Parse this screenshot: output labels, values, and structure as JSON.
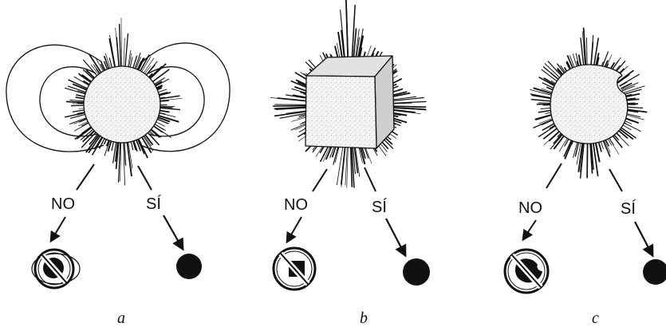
{
  "panels": [
    {
      "caption": "a",
      "no_label": "NO",
      "yes_label": "SÍ"
    },
    {
      "caption": "b",
      "no_label": "NO",
      "yes_label": "SÍ"
    },
    {
      "caption": "c",
      "no_label": "NO",
      "yes_label": "SÍ"
    }
  ],
  "colors": {
    "ink": "#111111",
    "fill": "#ffffff",
    "stipple": "#9a9a9a"
  }
}
